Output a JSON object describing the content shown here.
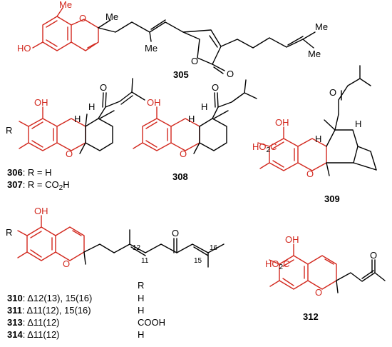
{
  "compounds": {
    "c305": {
      "label": "305",
      "atoms": [
        "Me",
        "O",
        "Me",
        "HO",
        "Me",
        "O",
        "O",
        "Me",
        "Me"
      ]
    },
    "c306": {
      "label": "306",
      "rdef": ": R = H"
    },
    "c307": {
      "label": "307",
      "rdef": ": R = CO",
      "rsub": "2",
      "rtail": "H"
    },
    "c308": {
      "label": "308"
    },
    "c309": {
      "label": "309",
      "acid": "HO",
      "acidsub": "2",
      "acidtail": "C"
    },
    "c310": {
      "label": "310",
      "delta": ": Δ12(13), 15(16)",
      "r": "H"
    },
    "c311": {
      "label": "311",
      "delta": ": Δ11(12), 15(16)",
      "r": "H"
    },
    "c313": {
      "label": "313",
      "delta": ": Δ11(12)",
      "r": "COOH"
    },
    "c314": {
      "label": "314",
      "delta": ": Δ11(12)",
      "r": "H"
    },
    "c312": {
      "label": "312",
      "acid": "HO",
      "acidsub": "2",
      "acidtail": "C"
    }
  },
  "common": {
    "R": "R",
    "OH": "OH",
    "O": "O",
    "H": "H",
    "n11": "11",
    "n12": "12",
    "n15": "15",
    "n16": "16"
  },
  "colors": {
    "scaffold": "#d2281e",
    "bond": "#000000"
  }
}
